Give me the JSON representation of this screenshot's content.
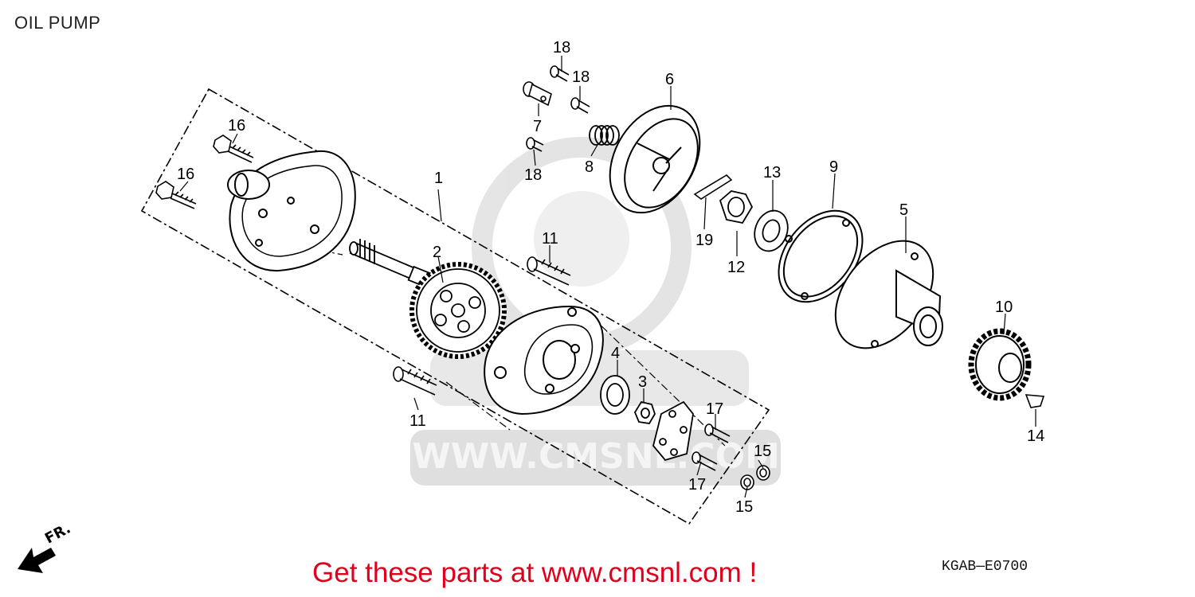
{
  "title": "OIL PUMP",
  "footer_link": "Get these parts at www.cmsnl.com !",
  "diagram_code": "KGAB—E0700",
  "direction_label": "FR.",
  "watermark_text": "WWW.CMSNL.COM",
  "colors": {
    "accent": "#e0001b",
    "line": "#000000",
    "watermark": "#dddddd"
  },
  "callouts": [
    {
      "id": "c1",
      "label": "1"
    },
    {
      "id": "c2",
      "label": "2"
    },
    {
      "id": "c3",
      "label": "3"
    },
    {
      "id": "c4",
      "label": "4"
    },
    {
      "id": "c5",
      "label": "5"
    },
    {
      "id": "c6",
      "label": "6"
    },
    {
      "id": "c7",
      "label": "7"
    },
    {
      "id": "c8",
      "label": "8"
    },
    {
      "id": "c9",
      "label": "9"
    },
    {
      "id": "c10",
      "label": "10"
    },
    {
      "id": "c11a",
      "label": "11"
    },
    {
      "id": "c11b",
      "label": "11"
    },
    {
      "id": "c12",
      "label": "12"
    },
    {
      "id": "c13",
      "label": "13"
    },
    {
      "id": "c14",
      "label": "14"
    },
    {
      "id": "c15a",
      "label": "15"
    },
    {
      "id": "c15b",
      "label": "15"
    },
    {
      "id": "c16a",
      "label": "16"
    },
    {
      "id": "c16b",
      "label": "16"
    },
    {
      "id": "c17a",
      "label": "17"
    },
    {
      "id": "c17b",
      "label": "17"
    },
    {
      "id": "c18a",
      "label": "18"
    },
    {
      "id": "c18b",
      "label": "18"
    },
    {
      "id": "c18c",
      "label": "18"
    },
    {
      "id": "c19",
      "label": "19"
    }
  ]
}
